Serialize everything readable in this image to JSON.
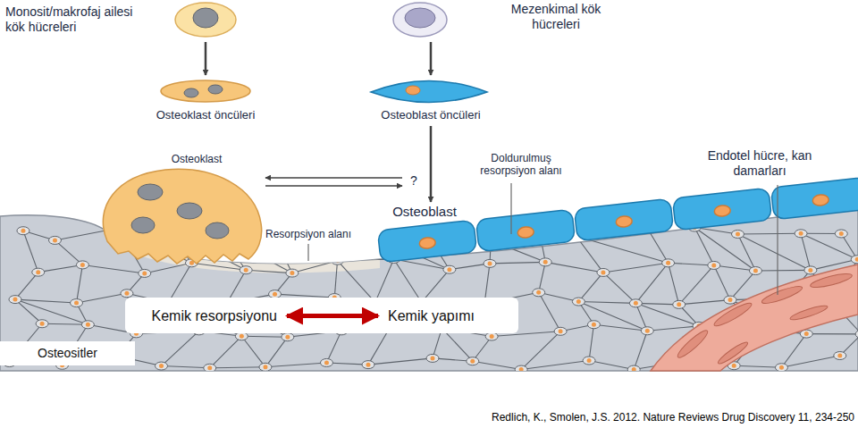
{
  "diagram": {
    "nodes": [
      {
        "text": [
          "Kemik resorpsiyonu"
        ]
      },
      {
        "text": [
          "Kemik yapımı"
        ]
      },
      {
        "text": [
          "Osteositler"
        ]
      }
    ],
    "edges": [
      {
        "from": 0,
        "to": 1,
        "arrow": "both"
      }
    ],
    "labels": [
      "Monosit/makrofaj ailesi kök hücreleri",
      "Mezenkimal kök hücreleri",
      "Osteoklast öncüleri",
      "Osteoblast öncüleri",
      "Osteoklast",
      "?",
      "Doldurulmuş resorpsiyon alanı",
      "Endotel hücre, kan damarları",
      "Osteoblast",
      "Resorpsiyon alanı",
      "Redlich, K., Smolen, J.S. 2012. Nature Reviews Drug Discovery 11, 234-250"
    ]
  }
}
